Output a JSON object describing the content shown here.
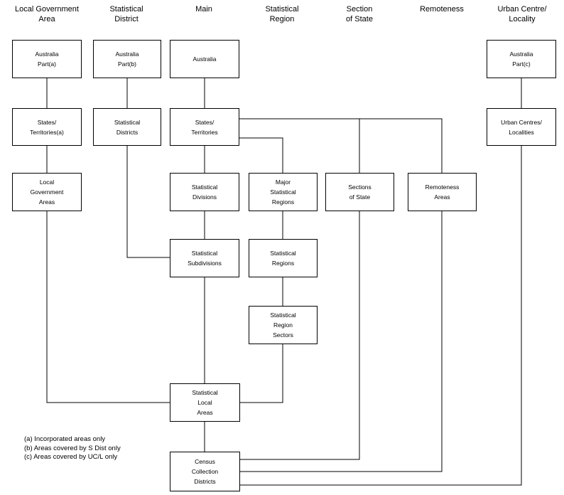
{
  "headers": {
    "lga": "Local Government\nArea",
    "sdist": "Statistical\nDistrict",
    "main": "Main",
    "sreg": "Statistical\nRegion",
    "sos": "Section\nof State",
    "remote": "Remoteness",
    "ucl": "Urban Centre/\nLocality"
  },
  "boxes": {
    "aus_lga": "Australia\nPart(a)",
    "aus_sd": "Australia\nPart(b)",
    "aus_main": "Australia",
    "aus_ucl": "Australia\nPart(c)",
    "st_lga": "States/\nTerritories(a)",
    "sd": "Statistical\nDistricts",
    "st_main": "States/\nTerritories",
    "ucl": "Urban Centres/\nLocalities",
    "lga": "Local\nGovernment\nAreas",
    "sdiv": "Statistical\nDivisions",
    "msr": "Major\nStatistical\nRegions",
    "sos": "Sections\nof State",
    "ra": "Remoteness\nAreas",
    "ssd": "Statistical\nSubdivisions",
    "sr": "Statistical\nRegions",
    "srs": "Statistical\nRegion\nSectors",
    "sla": "Statistical\nLocal\nAreas",
    "ccd": "Census\nCollection\nDistricts"
  },
  "notes": [
    "(a)  Incorporated areas only",
    "(b)  Areas covered by S Dist only",
    "(c)  Areas covered by UC/L only"
  ]
}
